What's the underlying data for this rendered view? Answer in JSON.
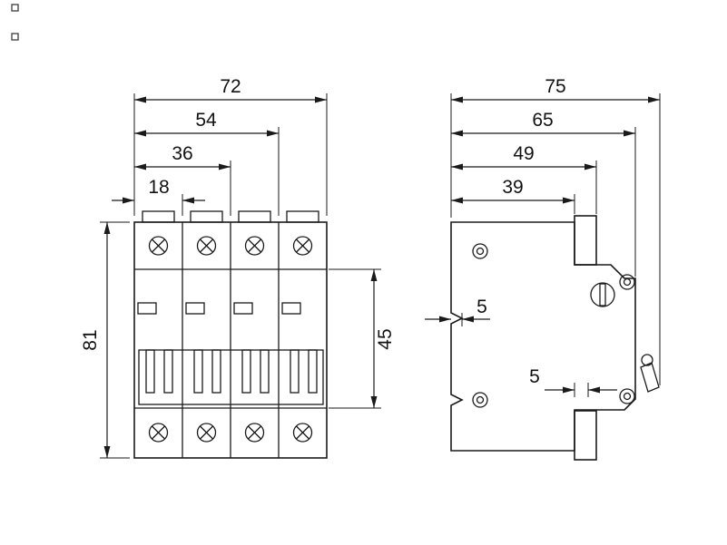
{
  "drawing": {
    "front": {
      "width_total": "72",
      "width_three_pole": "54",
      "width_two_pole": "36",
      "width_one_pole": "18",
      "height_total": "81",
      "height_switch_section": "45"
    },
    "side": {
      "depth_total": "75",
      "depth_body": "65",
      "depth_49": "49",
      "depth_39": "39",
      "offset_top": "5",
      "offset_bottom": "5"
    }
  },
  "colors": {
    "line": "#1a1a1a",
    "background": "#ffffff"
  }
}
